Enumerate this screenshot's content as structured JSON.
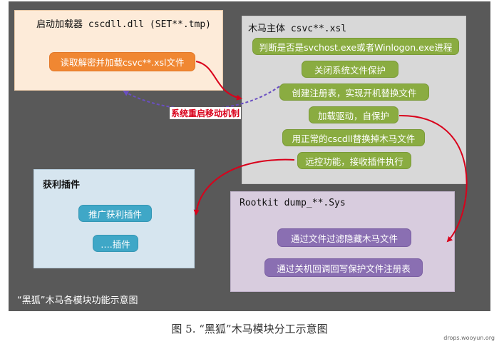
{
  "loader": {
    "title": "启动加载器 cscdll.dll (SET**.tmp)",
    "action": "读取解密并加载csvc**.xsl文件"
  },
  "trojan": {
    "title": "木马主体 csvc**.xsl",
    "steps": [
      "判断是否是svchost.exe或者Winlogon.exe进程",
      "关闭系统文件保护",
      "创建注册表，实现开机替换文件",
      "加载驱动，自保护",
      "用正常的cscdll替换掉木马文件",
      "远控功能，接收插件执行"
    ]
  },
  "migration_label": "系统重启移动机制",
  "profit": {
    "title": "获利插件",
    "items": [
      "推广获利插件",
      "….插件"
    ]
  },
  "rootkit": {
    "title": "Rootkit dump_**.Sys",
    "items": [
      "通过文件过滤隐藏木马文件",
      "通过关机回调回写保护文件注册表"
    ]
  },
  "inner_caption": "“黑狐”木马各模块功能示意图",
  "figure_caption": "图 5. “黑狐”木马模块分工示意图",
  "watermark": "drops.wooyun.org",
  "colors": {
    "canvas": "#595959",
    "arrow_red": "#d9001b",
    "arrow_purple": "#6a4fc2"
  }
}
